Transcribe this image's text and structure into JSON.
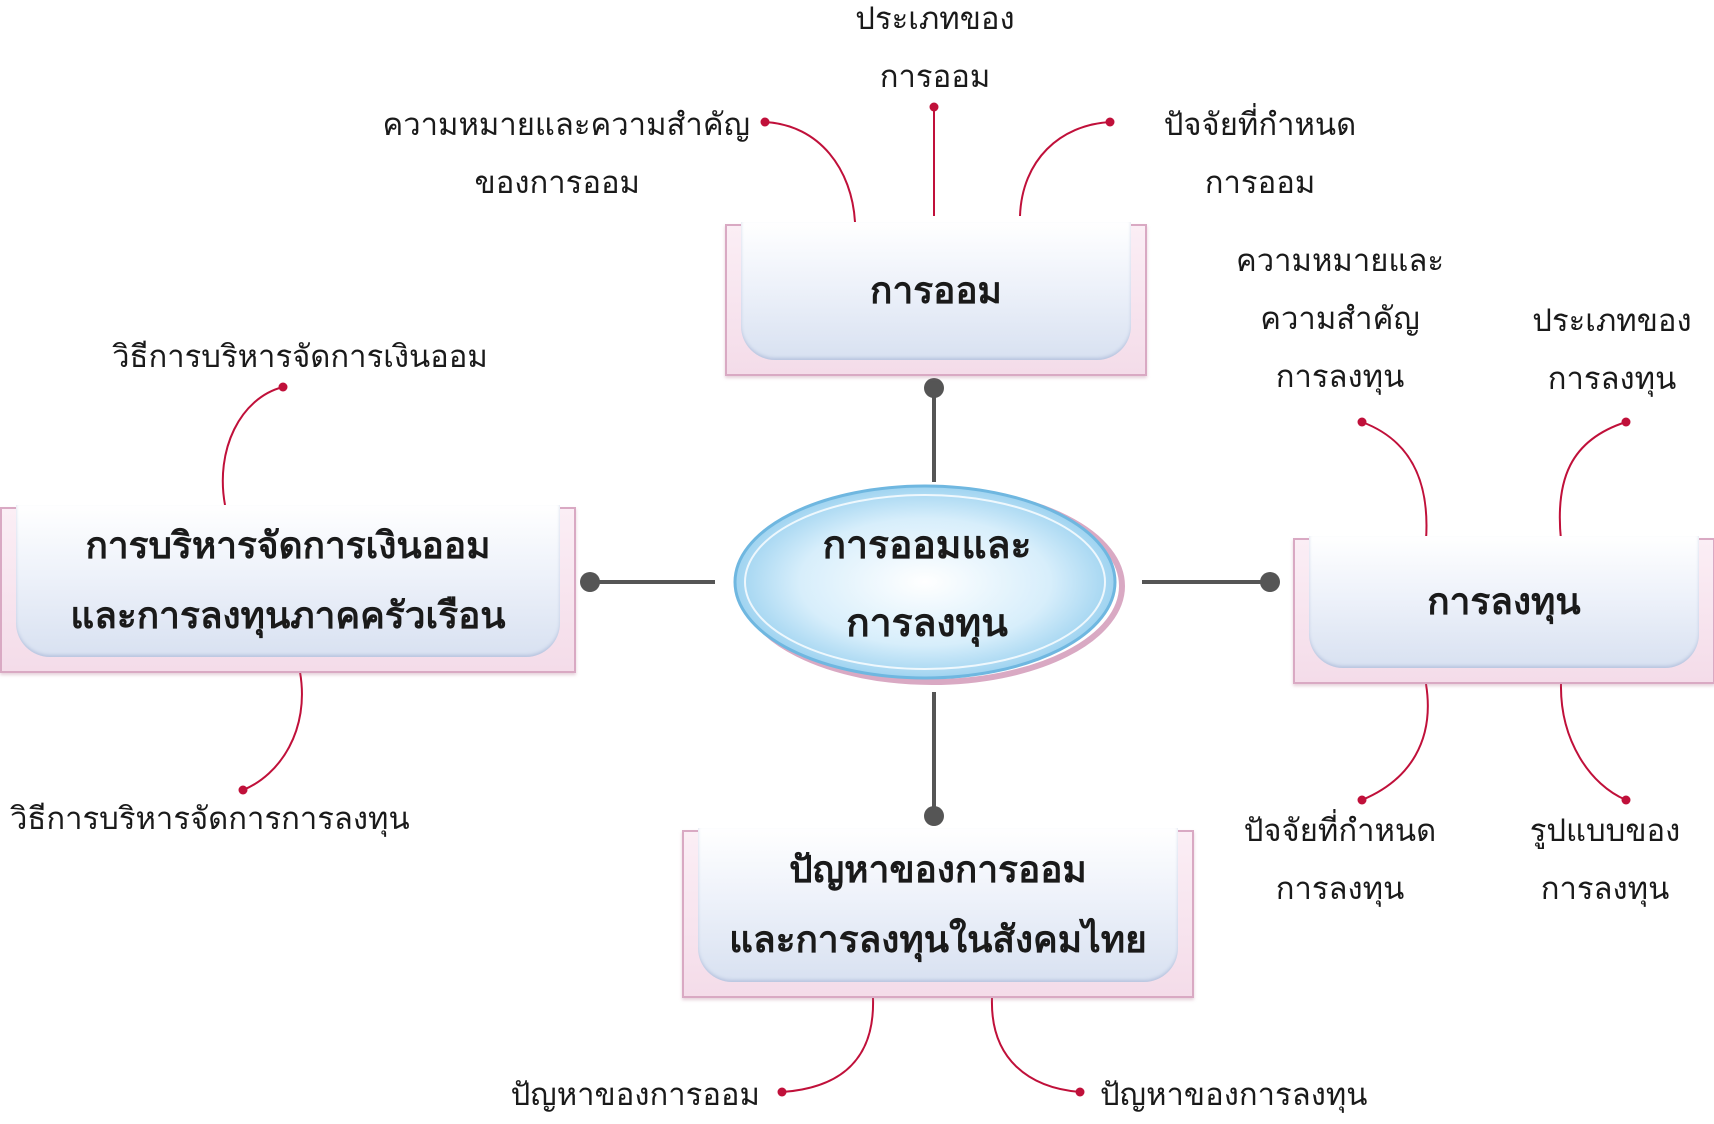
{
  "center": {
    "line1": "การออมและ",
    "line2": "การลงทุน"
  },
  "boxes": {
    "saving": {
      "line1": "การออม"
    },
    "investment": {
      "line1": "การลงทุน"
    },
    "household": {
      "line1": "การบริหารจัดการเงินออม",
      "line2": "และการลงทุนภาคครัวเรือน"
    },
    "problems": {
      "line1": "ปัญหาของการออม",
      "line2": "และการลงทุนในสังคมไทย"
    }
  },
  "labels": {
    "saving_meaning": {
      "line1": "ความหมายและความสำคัญ",
      "line2": "ของการออม"
    },
    "saving_types": {
      "line1": "ประเภทของ",
      "line2": "การออม"
    },
    "saving_factors": {
      "line1": "ปัจจัยที่กำหนด",
      "line2": "การออม"
    },
    "invest_meaning": {
      "line1": "ความหมายและ",
      "line2": "ความสำคัญ",
      "line3": "การลงทุน"
    },
    "invest_types": {
      "line1": "ประเภทของ",
      "line2": "การลงทุน"
    },
    "invest_factors": {
      "line1": "ปัจจัยที่กำหนด",
      "line2": "การลงทุน"
    },
    "invest_forms": {
      "line1": "รูปแบบของ",
      "line2": "การลงทุน"
    },
    "manage_savings": {
      "line1": "วิธีการบริหารจัดการเงินออม"
    },
    "manage_investment": {
      "line1": "วิธีการบริหารจัดการการลงทุน"
    },
    "problem_saving": {
      "line1": "ปัญหาของการออม"
    },
    "problem_investment": {
      "line1": "ปัญหาของการลงทุน"
    }
  },
  "colors": {
    "connector": "#555555",
    "branch": "#c0103a",
    "box_border": "#d9a9c3",
    "ellipse_fill": "#a8d8f0"
  }
}
